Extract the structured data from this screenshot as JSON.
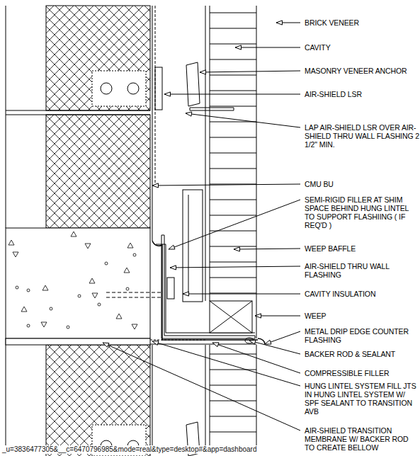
{
  "diagram": {
    "labels": [
      "BRICK VENEER",
      "CAVITY",
      "MASONRY VENEER ANCHOR",
      "AIR-SHIELD LSR",
      "LAP AIR-SHIELD LSR OVER AIR-SHIELD THRU WALL FLASHING 2 1/2\" MIN.",
      "CMU BU",
      "SEMI-RIGID FILLER AT SHIM SPACE BEHIND HUNG LINTEL TO SUPPORT FLASHIING ( IF REQ'D )",
      "WEEP BAFFLE",
      "AIR-SHIELD THRU WALL FLASHING",
      "CAVITY INSULATION",
      "WEEP",
      "METAL DRIP EDGE COUNTER FLASHING",
      "BACKER ROD & SEALANT",
      "COMPRESSIBLE FILLER",
      "HUNG LINTEL SYSTEM FILL JTS IN HUNG LINTEL SYSTEM W/ SPF SEALANT TO TRANSITION AVB",
      "AIR-SHIELD TRANSITION MEMBRANE W/ BACKER ROD TO CREATE BELLOW",
      "_u=3836477305&__c=6470796985&mode=real&type=desktop#&app=dashboard"
    ]
  }
}
